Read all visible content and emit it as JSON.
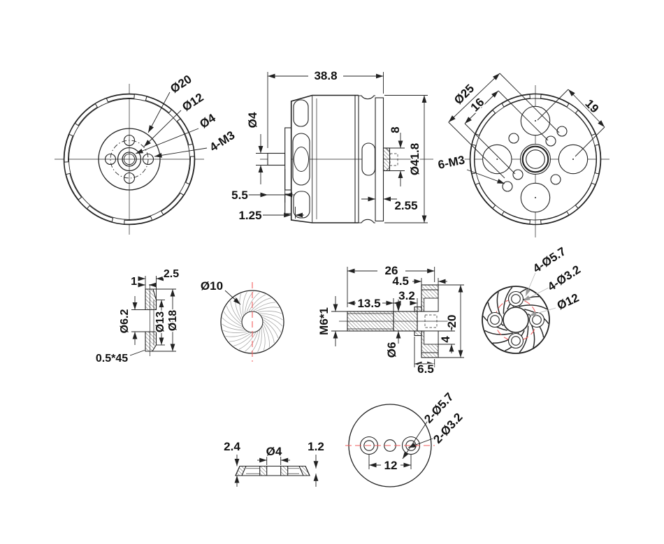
{
  "drawing": {
    "front_view": {
      "d20": "Ø20",
      "d12": "Ø12",
      "d4": "Ø4",
      "mounting": "4-M3"
    },
    "side_view": {
      "length": "38.8",
      "shaft_d": "Ø4",
      "shaft_len": "5.5",
      "lip": "1.25",
      "hub": "8",
      "od": "Ø41.8",
      "plate": "2.55"
    },
    "back_view": {
      "bc25": "Ø25",
      "bc16": "16",
      "pitch19": "19",
      "mounting": "6-M3"
    },
    "spacer_section": {
      "width": "2.5",
      "lip": "1",
      "bore": "Ø6.2",
      "mid": "Ø13",
      "od": "Ø18",
      "chamfer": "0.5*45"
    },
    "prop_washer": {
      "bore": "Ø10"
    },
    "adapter_section": {
      "length": "26",
      "flange_t": "4.5",
      "thread_len": "13.5",
      "relief": "3.2",
      "thread": "M6*1",
      "shaft_d": "Ø6",
      "flange_d": "20",
      "recess": "4",
      "hub_len": "6.5"
    },
    "adapter_face": {
      "holes_outer": "4-Ø5.7",
      "holes_inner": "4-Ø3.2",
      "bore": "Ø12"
    },
    "mount_section": {
      "t_left": "2.4",
      "bore": "Ø4",
      "t_right": "1.2"
    },
    "mount_face": {
      "holes_outer": "2-Ø5.7",
      "holes_inner": "2-Ø3.2",
      "spacing": "12"
    },
    "colors": {
      "line": "#222222",
      "centerline_red": "#f25c5c",
      "swirl_gray": "#a9a9a9"
    }
  }
}
